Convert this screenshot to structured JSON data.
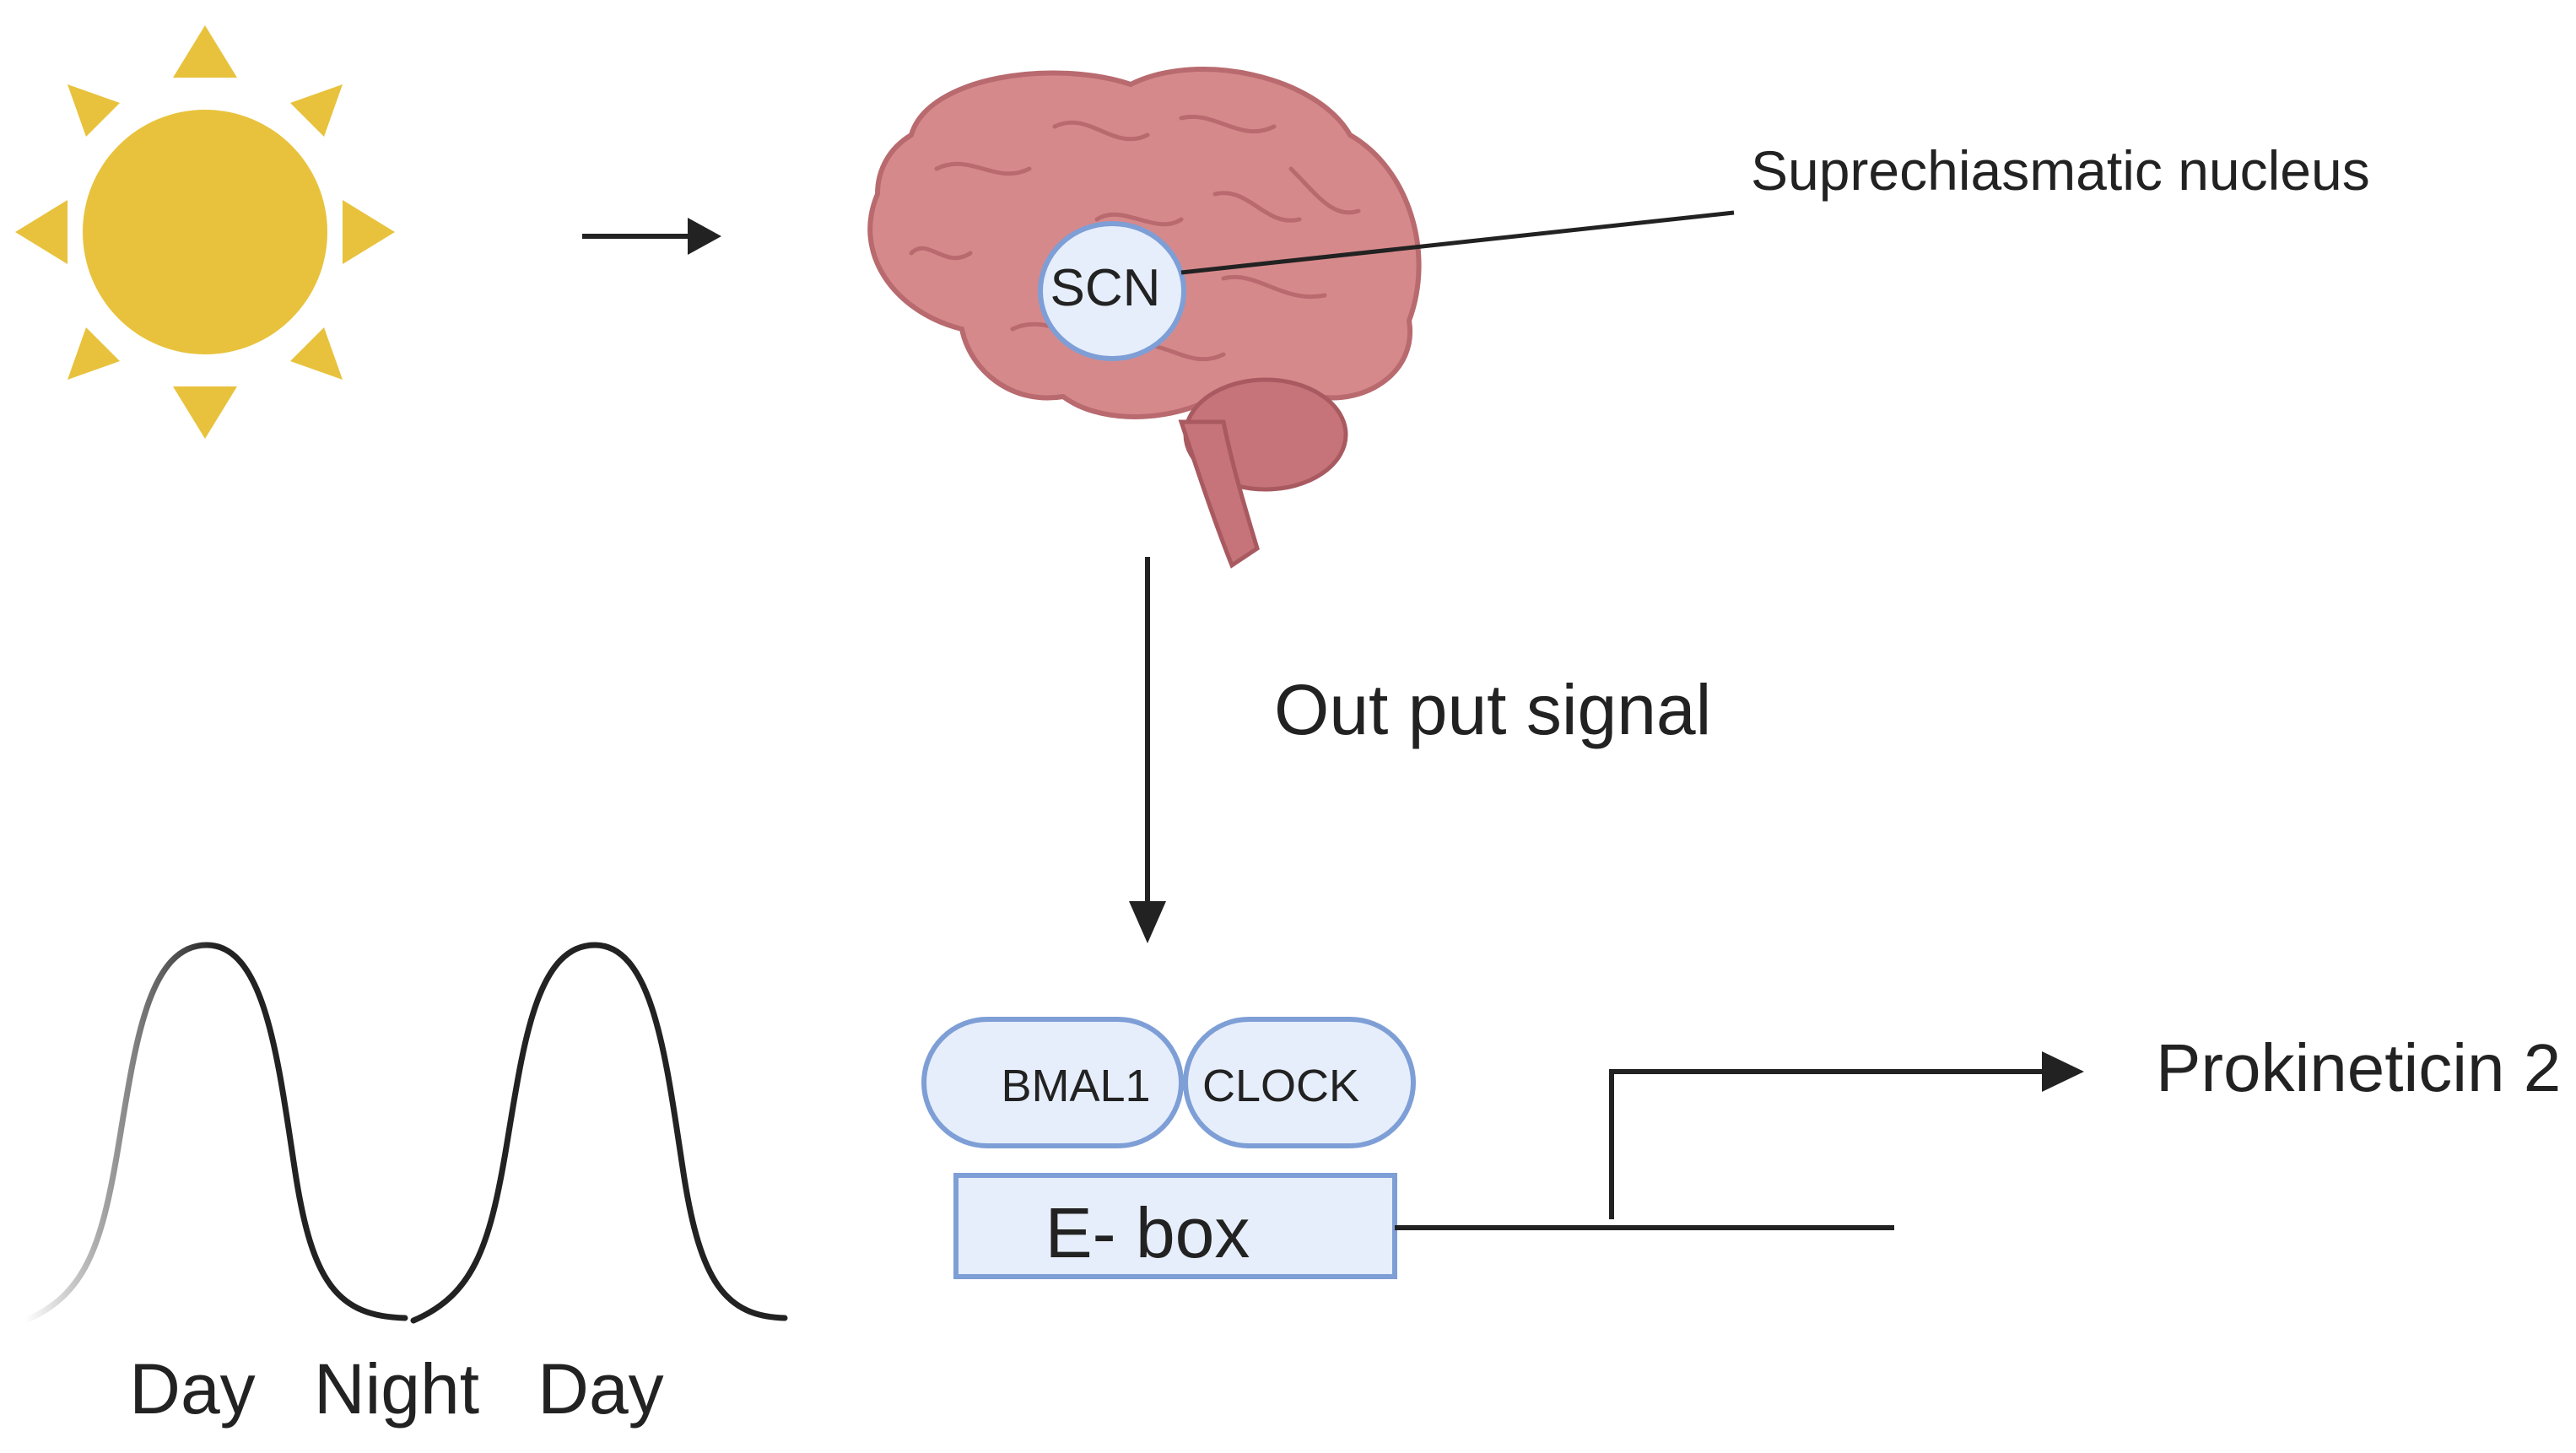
{
  "labels": {
    "scn": "SCN",
    "scn_full": "Suprechiasmatic nucleus",
    "output": "Out put signal",
    "bmal1": "BMAL1",
    "clock": "CLOCK",
    "ebox": "E- box",
    "product": "Prokineticin 2",
    "day1": "Day",
    "night": "Night",
    "day2": "Day"
  },
  "icons": {
    "sun": "sun-icon",
    "brain": "brain-icon"
  },
  "colors": {
    "sun": "#E8C23C",
    "brain": "#D6898B",
    "brain_dark": "#B86A6E",
    "node_fill": "#E6EEFB",
    "node_stroke": "#7E9ED6",
    "line": "#222222"
  }
}
